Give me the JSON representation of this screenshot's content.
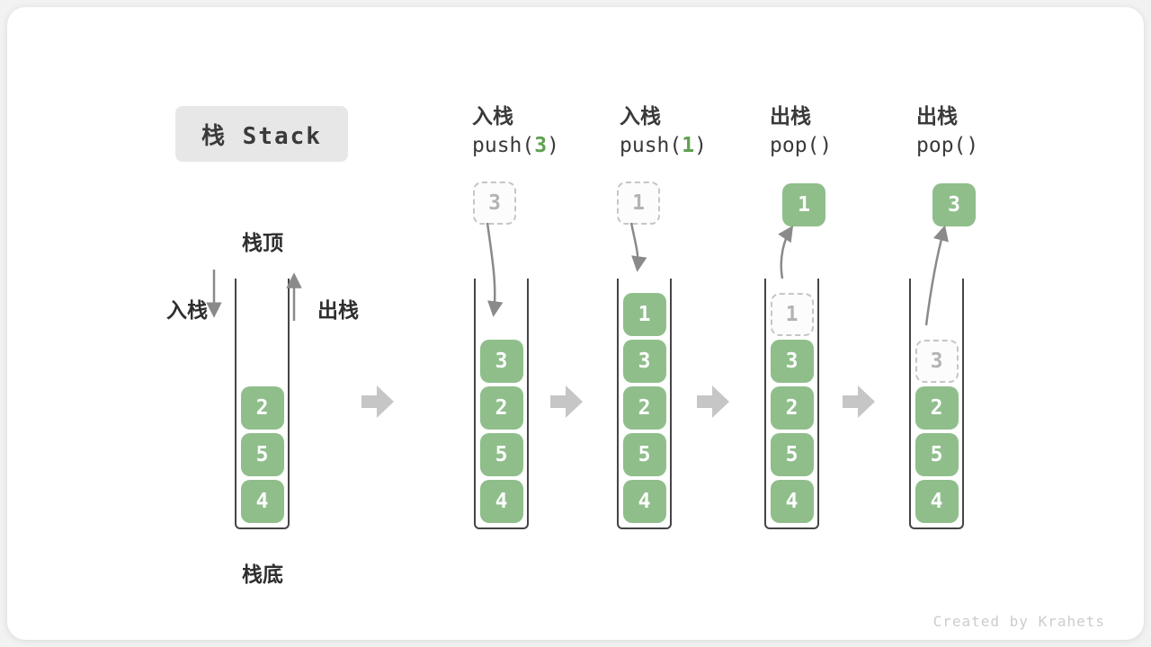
{
  "title": "栈 Stack",
  "credit": "Created by Krahets",
  "side_labels": {
    "stack_top": "栈顶",
    "stack_bottom": "栈底",
    "push": "入栈",
    "pop": "出栈"
  },
  "colors": {
    "cell_green": "#8fbe8b",
    "accent_green": "#5fa052",
    "thin_arrow_gray": "#8a8a8a",
    "block_arrow_gray": "#c6c6c6",
    "dashed_border_gray": "#c6c6c6",
    "title_box_bg": "#e7e7e7",
    "text_dark": "#3a3a3a",
    "wall_dark": "#454545"
  },
  "icons": {
    "push_direction_arrow": "arrow-down",
    "pop_direction_arrow": "arrow-up",
    "stage_transition_arrow": "block-arrow-right",
    "push_value_arrow": "curved-arrow-down",
    "pop_value_arrow": "curved-arrow-up"
  },
  "stages": [
    {
      "name": "initial",
      "cells": [
        {
          "v": "4"
        },
        {
          "v": "5"
        },
        {
          "v": "2"
        }
      ]
    },
    {
      "name": "push-3",
      "header": {
        "title": "入栈",
        "code_pre": "push(",
        "arg": "3",
        "code_post": ")"
      },
      "float": {
        "v": "3",
        "style": "dashed"
      },
      "cells": [
        {
          "v": "4"
        },
        {
          "v": "5"
        },
        {
          "v": "2"
        },
        {
          "v": "3"
        }
      ]
    },
    {
      "name": "push-1",
      "header": {
        "title": "入栈",
        "code_pre": "push(",
        "arg": "1",
        "code_post": ")"
      },
      "float": {
        "v": "1",
        "style": "dashed"
      },
      "cells": [
        {
          "v": "4"
        },
        {
          "v": "5"
        },
        {
          "v": "2"
        },
        {
          "v": "3"
        },
        {
          "v": "1"
        }
      ]
    },
    {
      "name": "pop-1",
      "header": {
        "title": "出栈",
        "code_pre": "pop(",
        "arg": "",
        "code_post": ")"
      },
      "float": {
        "v": "1",
        "style": "solid"
      },
      "cells": [
        {
          "v": "4"
        },
        {
          "v": "5"
        },
        {
          "v": "2"
        },
        {
          "v": "3"
        },
        {
          "v": "1",
          "style": "dashed"
        }
      ]
    },
    {
      "name": "pop-3",
      "header": {
        "title": "出栈",
        "code_pre": "pop(",
        "arg": "",
        "code_post": ")"
      },
      "float": {
        "v": "3",
        "style": "solid"
      },
      "cells": [
        {
          "v": "4"
        },
        {
          "v": "5"
        },
        {
          "v": "2"
        },
        {
          "v": "3",
          "style": "dashed"
        }
      ]
    }
  ]
}
